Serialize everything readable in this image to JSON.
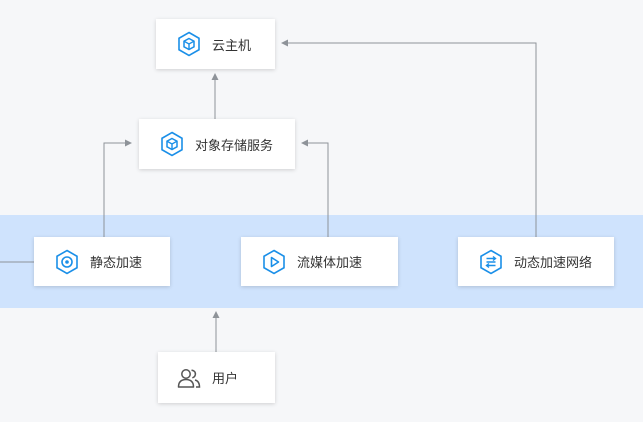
{
  "colors": {
    "background": "#f6f7f9",
    "band": "#cfe3fd",
    "icon_accent": "#1a8fe8",
    "arrow": "#8e9399"
  },
  "nodes": {
    "cvm": {
      "label": "云主机",
      "icon": "cloud-server-hexagon-icon"
    },
    "cos": {
      "label": "对象存储服务",
      "icon": "object-storage-hexagon-icon"
    },
    "cdn": {
      "label": "静态加速",
      "icon": "static-acceleration-hexagon-icon"
    },
    "css": {
      "label": "流媒体加速",
      "icon": "streaming-play-hexagon-icon"
    },
    "ecdn": {
      "label": "动态加速网络",
      "icon": "dynamic-network-hexagon-icon"
    },
    "user": {
      "label": "用户",
      "icon": "users-icon"
    }
  }
}
